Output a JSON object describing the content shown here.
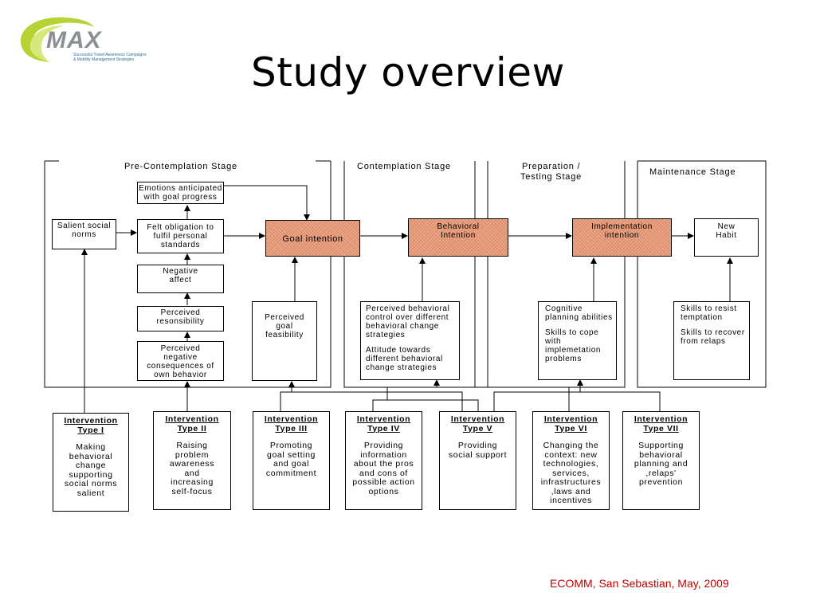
{
  "slide": {
    "title": "Study overview",
    "footer": "ECOMM, San Sebastian, May, 2009"
  },
  "logo": {
    "word": "MAX",
    "subtitle_line1": "Successful Travel Awareness Campaigns",
    "subtitle_line2": "& Mobility Management Strategies",
    "icon": "max-swoosh-logo"
  },
  "colors": {
    "accent_fill": "#f4a582",
    "footer_text": "#c00000",
    "logo_green": "#b5d334",
    "logo_gray": "#8a8f94"
  },
  "stages": {
    "pre": "Pre-Contemplation Stage",
    "contemplation": "Contemplation Stage",
    "preparation_1": "Preparation /",
    "preparation_2": "Testing Stage",
    "maintenance": "Maintenance Stage"
  },
  "boxes": {
    "emotions": "Emotions anticipated with goal progress",
    "salient": "Salient social norms",
    "felt_obligation": "Felt obligation to fulfil personal standards",
    "negative_affect": "Negative affect",
    "perceived_resp": "Perceived resonsibility",
    "perceived_neg": "Perceived negative consequences of own behavior",
    "goal_intention": "Goal intention",
    "goal_feasibility": "Perceived goal feasibility",
    "behavioral_intention": "Behavioral Intention",
    "pbc_1": "Perceived behavioral control over different behavioral change strategies",
    "pbc_2": "Attitude towards different behavioral change strategies",
    "implementation_intention": "Implementation intention",
    "cognitive_1": "Cognitive planning abilities",
    "cognitive_2": "Skills to cope with implemetation problems",
    "new_habit": "New Habit",
    "skills_1": "Skills to resist temptation",
    "skills_2": "Skills to recover from relaps"
  },
  "interventions": [
    {
      "title": "Intervention Type I",
      "desc": "Making behavioral change supporting social norms salient"
    },
    {
      "title": "Intervention Type II",
      "desc": "Raising problem awareness and increasing self-focus"
    },
    {
      "title": "Intervention Type III",
      "desc": "Promoting goal setting and goal commitment"
    },
    {
      "title": "Intervention Type IV",
      "desc": "Providing information about the pros and cons of possible action options"
    },
    {
      "title": "Intervention Type V",
      "desc": "Providing social support"
    },
    {
      "title": "Intervention Type VI",
      "desc": "Changing the context: new technologies, services, infrastructures ,laws and incentives"
    },
    {
      "title": "Intervention Type VII",
      "desc": "Supporting behavioral planning and ,relaps' prevention"
    }
  ]
}
